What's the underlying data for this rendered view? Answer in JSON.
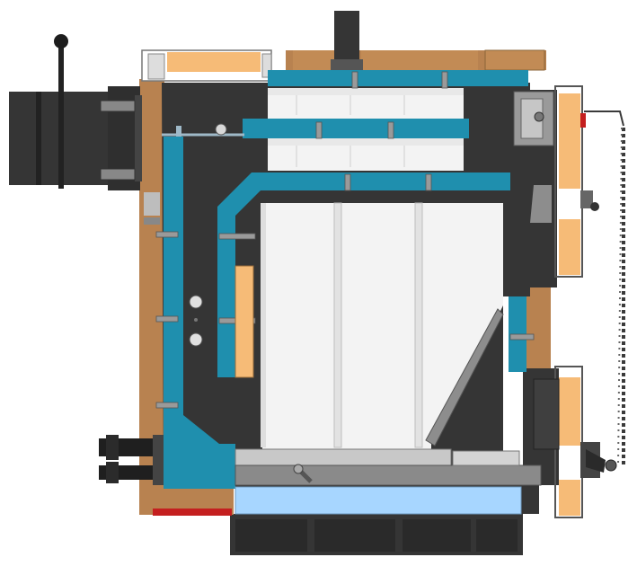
{
  "diagram": {
    "type": "boiler-cross-section",
    "colors": {
      "background": "#ffffff",
      "body": "#353535",
      "water": "#1f8fae",
      "insulation": "#f6bb77",
      "casing": "#b88250",
      "firebox": "#f3f3f3",
      "ash_pan": "#a7d6ff",
      "metal_light": "#c9c9c9",
      "metal_mid": "#8a8a8a",
      "chain": "#3a3a3a",
      "accent_red": "#c41f1f",
      "door_white": "#ffffff"
    },
    "components": [
      "flue-outlet",
      "draft-lever",
      "flue-pipe",
      "water-jacket",
      "heat-exchanger-baffles",
      "firebox",
      "grate",
      "ash-pan",
      "upper-door",
      "lower-door",
      "draft-chain",
      "insulation",
      "outer-casing",
      "return-pipes",
      "base"
    ]
  }
}
